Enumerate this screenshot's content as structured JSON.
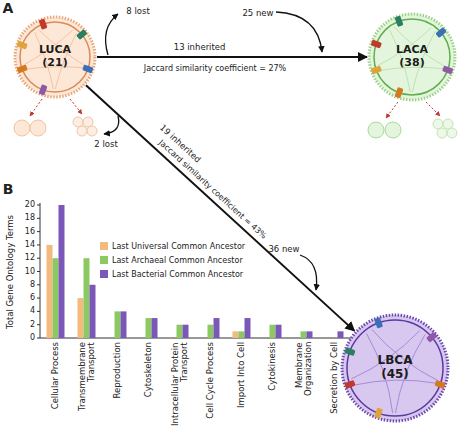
{
  "diagram": {
    "nodes": [
      {
        "text": [
          "LUCA (21)"
        ]
      },
      {
        "text": [
          "LACA (38)"
        ]
      },
      {
        "text": [
          "LBCA (45)"
        ]
      }
    ],
    "edges": [
      {
        "from": 0,
        "to": 1,
        "arrow": "to",
        "label": "13 inherited"
      },
      {
        "from": 0,
        "to": 2,
        "arrow": "to",
        "label": "19 inherited"
      }
    ],
    "labels": [
      "A",
      "8 lost",
      "25 new",
      "Jaccard similarity coefficient = 27%",
      "2 lost",
      "Jaccard similarity coefficient = 43%",
      "36 new",
      "B",
      "Total Gene Ontology Terms",
      "0",
      "2",
      "4",
      "6",
      "8",
      "10",
      "12",
      "14",
      "16",
      "18",
      "20",
      "Cellular Process",
      "Transmembrane Transport",
      "Reproduction",
      "Cytoskeleton",
      "Intracellular Protein Transport",
      "Cell Cycle Process",
      "Import Into Cell",
      "Cytokinesis",
      "Membrane Organization",
      "Secretion by Cell"
    ],
    "legend": [
      {
        "text": "Last Universal Common Ancestor",
        "color": "#f2bb7d"
      },
      {
        "text": "Last Archaeal Common Ancestor",
        "color": "#8cc963"
      },
      {
        "text": "Last Bacterial Common Ancestor",
        "color": "#7b58b8"
      }
    ]
  }
}
